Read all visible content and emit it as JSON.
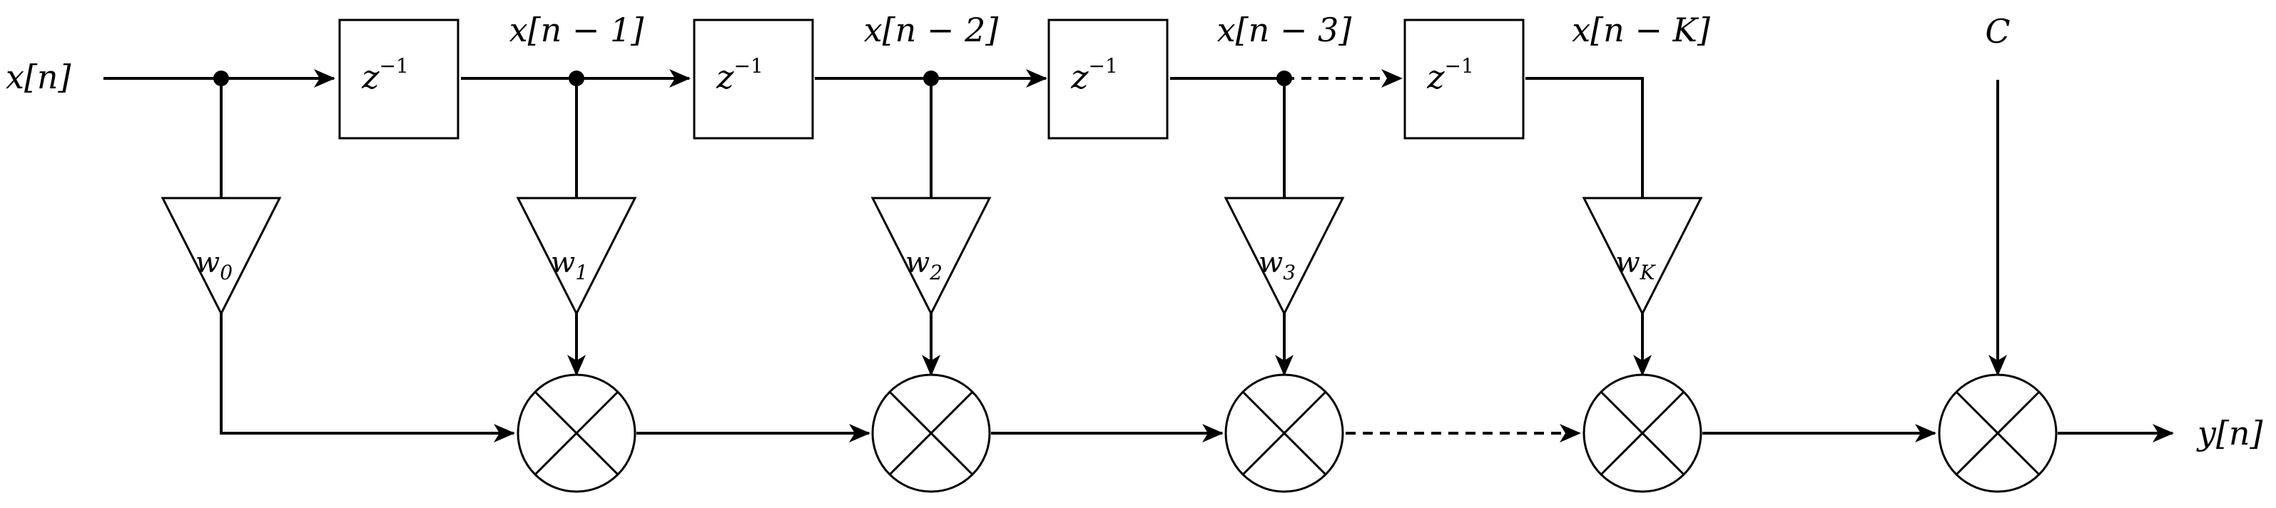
{
  "input_label": "x[n]",
  "output_label": "y[n]",
  "constant_label": "C",
  "delay_label": {
    "base": "z",
    "exp": "−1"
  },
  "tap_labels": [
    "x[n − 1]",
    "x[n − 2]",
    "x[n − 3]",
    "x[n − K]"
  ],
  "weights": [
    {
      "base": "w",
      "sub": "0"
    },
    {
      "base": "w",
      "sub": "1"
    },
    {
      "base": "w",
      "sub": "2"
    },
    {
      "base": "w",
      "sub": "3"
    },
    {
      "base": "w",
      "sub": "K"
    }
  ]
}
